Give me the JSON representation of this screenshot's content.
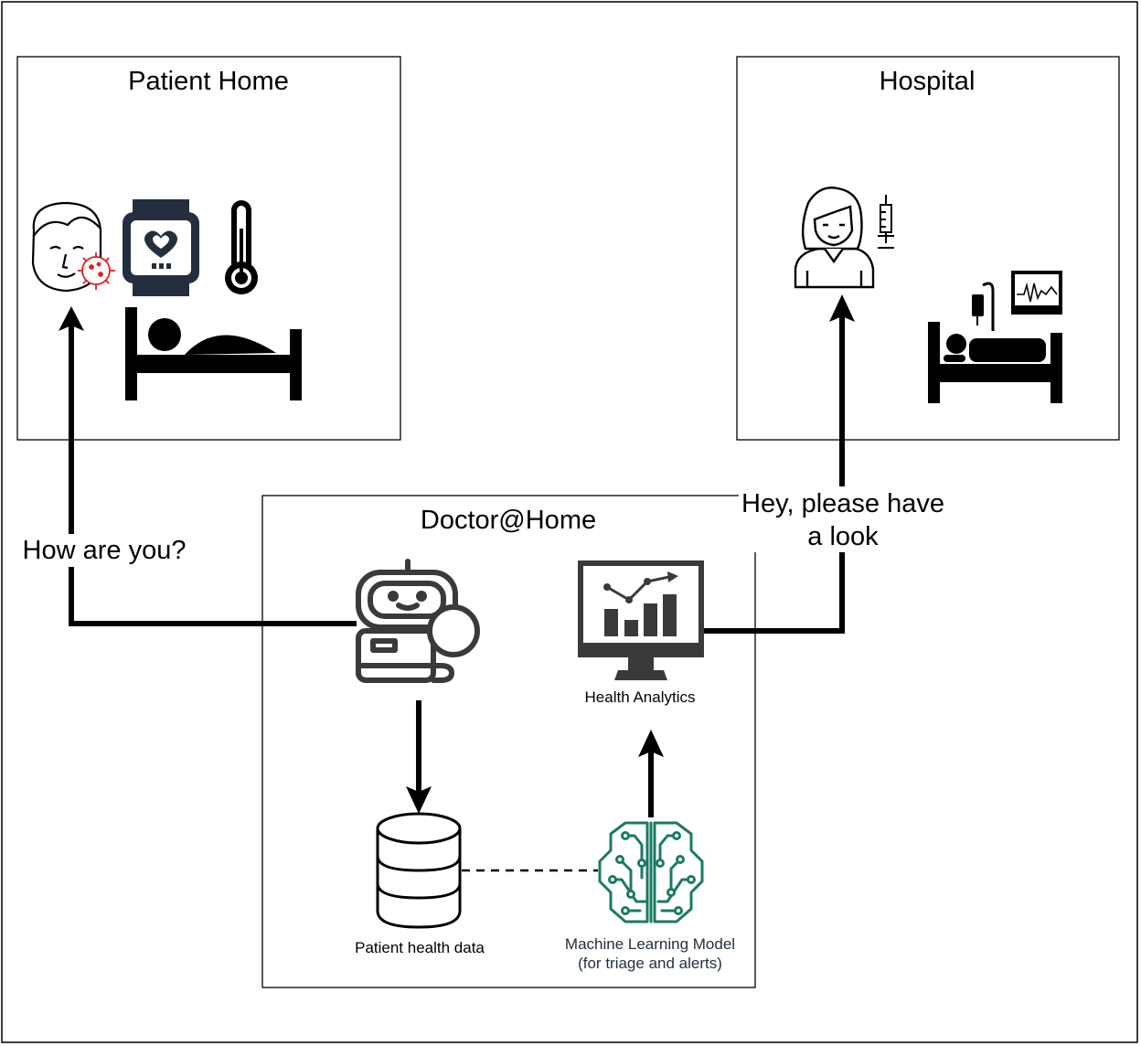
{
  "zones": {
    "patient_home": {
      "title": "Patient Home"
    },
    "hospital": {
      "title": "Hospital"
    },
    "doctor_home": {
      "title": "Doctor@Home"
    }
  },
  "edges": {
    "chatbot_to_patient": {
      "label": "How are you?"
    },
    "analytics_to_hospital": {
      "label_line1": "Hey, please have",
      "label_line2": "a look"
    }
  },
  "nodes": {
    "health_analytics": {
      "label": "Health Analytics"
    },
    "patient_data": {
      "label": "Patient health data"
    },
    "ml_model": {
      "label_line1": "Machine Learning Model",
      "label_line2": "(for triage and alerts)"
    }
  },
  "colors": {
    "ml_brain": "#1a7a64",
    "virus": "#e02020",
    "icon_dark": "#3a3a3a",
    "watch": "#232f3e"
  },
  "icons": [
    "patient-face-icon",
    "virus-icon",
    "smartwatch-heart-icon",
    "thermometer-icon",
    "patient-bed-icon",
    "nurse-icon",
    "syringe-icon",
    "hospital-bed-icon",
    "heart-monitor-icon",
    "chatbot-icon",
    "analytics-monitor-icon",
    "database-icon",
    "ml-brain-icon"
  ]
}
